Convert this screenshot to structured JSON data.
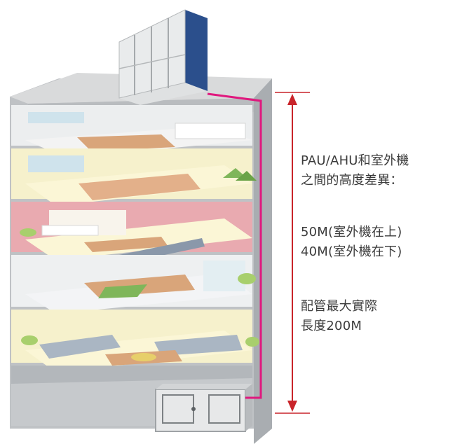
{
  "text": {
    "heading_line1": "PAU/AHU和室外機",
    "heading_line2": "之間的高度差異：",
    "spec_above": "50M(室外機在上)",
    "spec_below": "40M(室外機在下)",
    "pipe_line1": "配管最大實際",
    "pipe_line2": "長度200M"
  },
  "colors": {
    "pipe": "#e0187e",
    "arrow": "#c9242a",
    "shell": "#c8c8c8",
    "floor_cream": "#f6f1cc",
    "floor_pink": "#e9aab0",
    "floor_gray": "#d9dcdf"
  },
  "icons": {
    "outdoor_unit": "vrf-outdoor-unit-icon",
    "ahu": "air-handling-unit-icon"
  }
}
